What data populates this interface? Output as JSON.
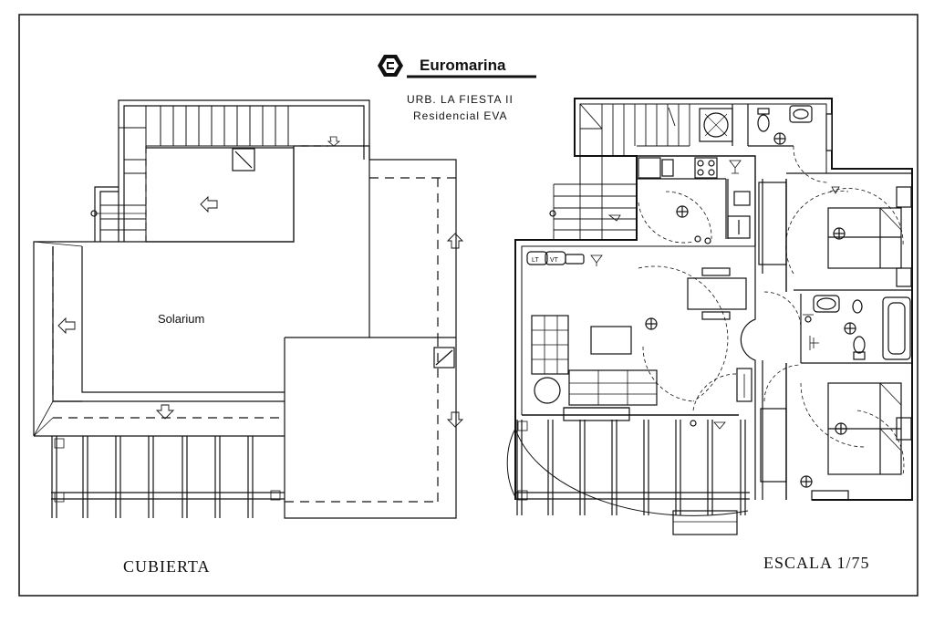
{
  "brand": {
    "name": "Euromarina",
    "logo_icon": "euromarina-hexagon-logo"
  },
  "project": {
    "line1": "URB. LA FIESTA II",
    "line2": "Residencial EVA"
  },
  "roof_plan": {
    "room_label": "Solarium",
    "caption": "CUBIERTA"
  },
  "floor_plan": {
    "appliance_labels": [
      "LT",
      "VT"
    ]
  },
  "scale": {
    "label": "ESCALA 1/75"
  },
  "colors": {
    "line": "#111111",
    "paper": "#ffffff"
  }
}
